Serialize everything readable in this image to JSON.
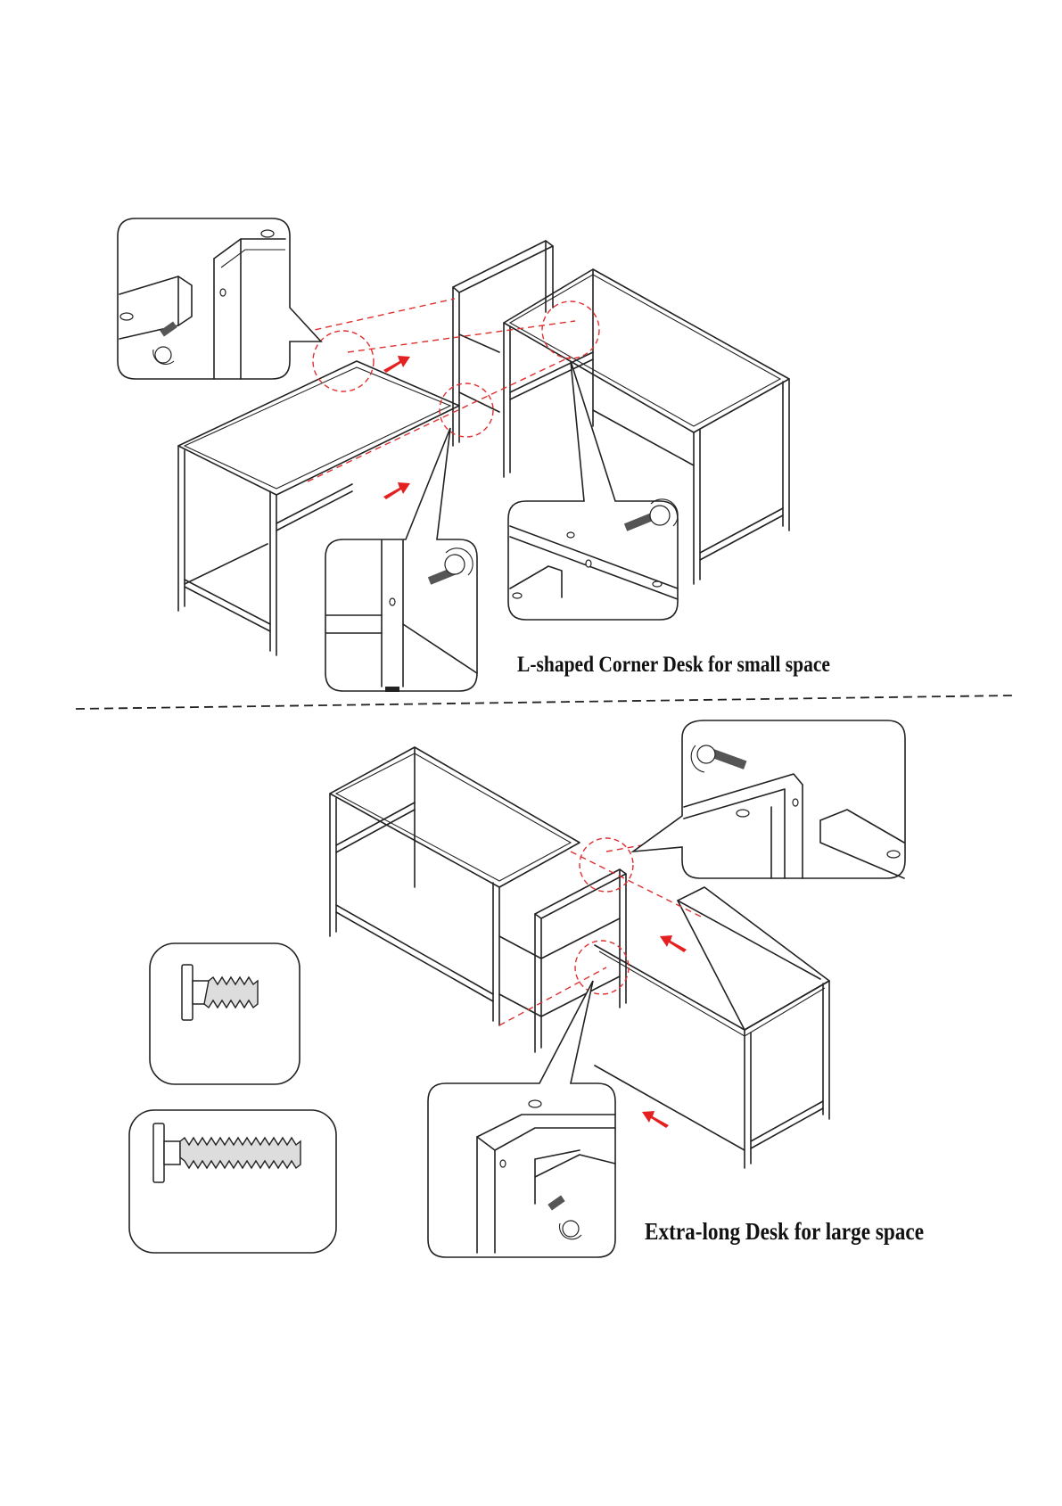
{
  "diagram": {
    "sections": [
      {
        "id": "l-shaped",
        "caption": "L-shaped Corner Desk for small space"
      },
      {
        "id": "extra-long",
        "caption": "Extra-long Desk for large space"
      }
    ],
    "divider": "dashed-line",
    "icons": {
      "arrows": "red-direction-arrow",
      "screws": [
        "short-bolt-icon",
        "long-bolt-icon"
      ],
      "detail_callouts": "magnifier-callout"
    },
    "colors": {
      "line": "#222222",
      "accent": "#e42020"
    }
  }
}
